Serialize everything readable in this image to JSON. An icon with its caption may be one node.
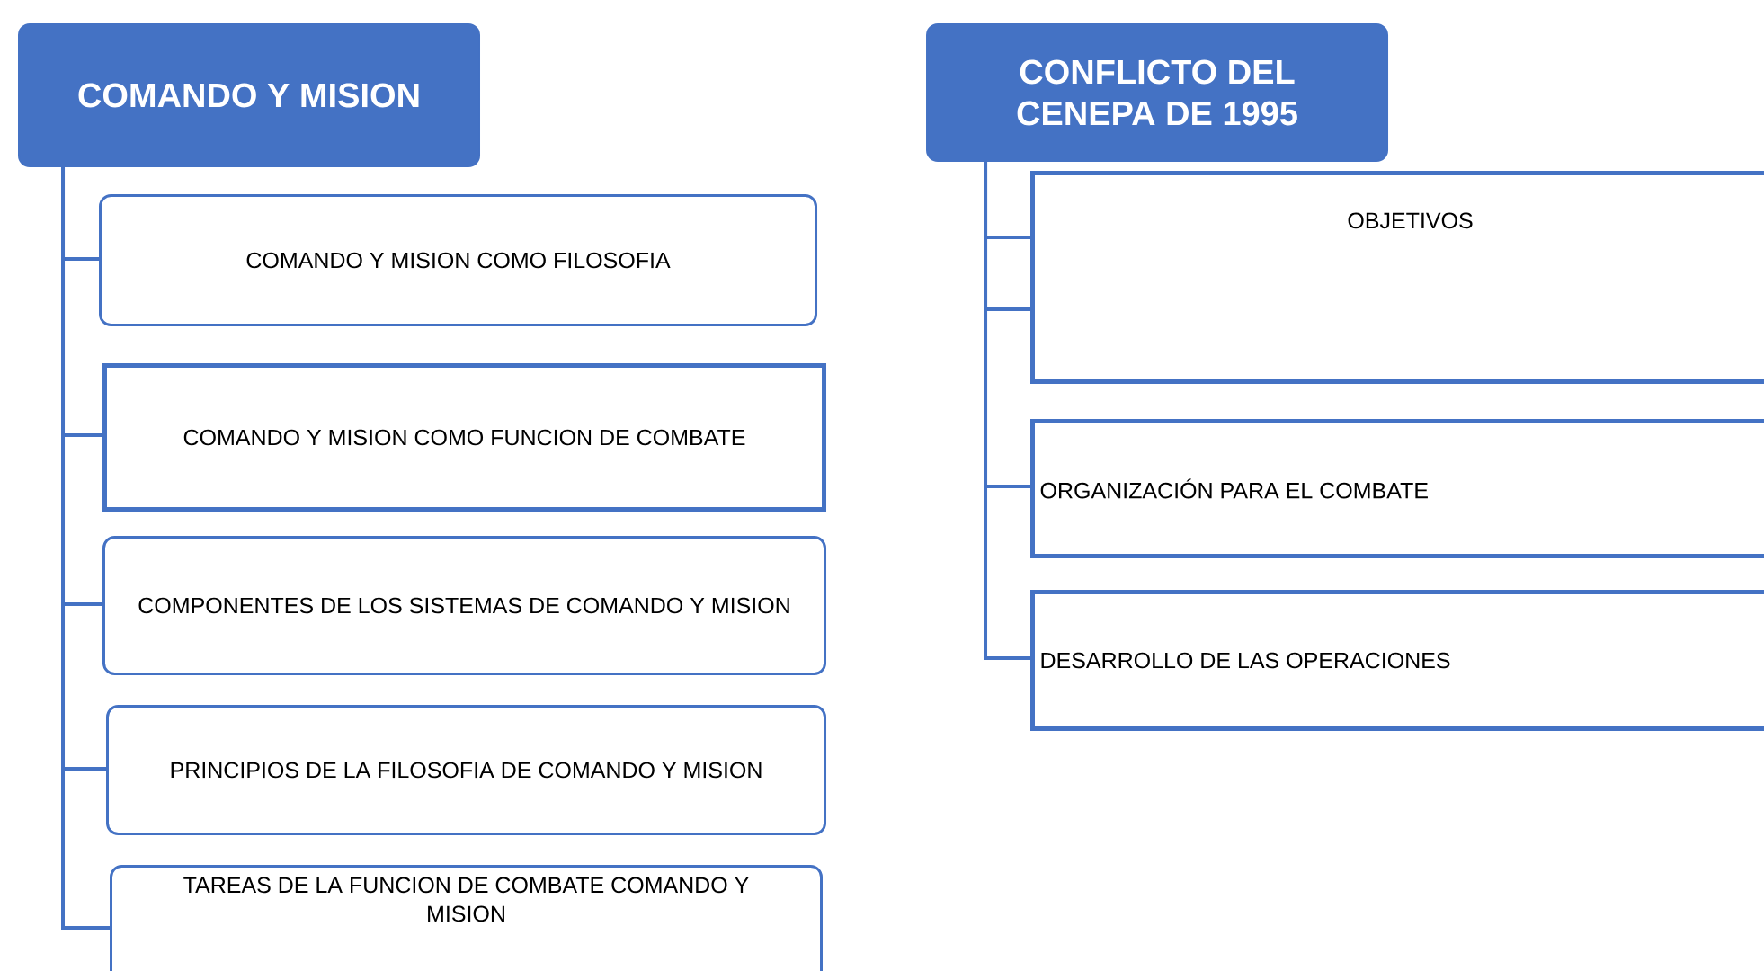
{
  "diagram": {
    "nodes": [
      {
        "text": [
          "COMANDO Y MISION"
        ]
      },
      {
        "text": [
          "COMANDO Y MISION COMO FILOSOFIA"
        ]
      },
      {
        "text": [
          "COMANDO Y MISION COMO FUNCION DE COMBATE"
        ]
      },
      {
        "text": [
          "COMPONENTES DE LOS SISTEMAS DE COMANDO Y MISION"
        ]
      },
      {
        "text": [
          "PRINCIPIOS DE LA FILOSOFIA DE COMANDO Y MISION"
        ]
      },
      {
        "text": [
          "TAREAS DE LA FUNCION DE COMBATE COMANDO Y MISION"
        ]
      },
      {
        "text": [
          "CONFLICTO DEL CENEPA DE 1995"
        ]
      },
      {
        "text": [
          "OBJETIVOS"
        ]
      },
      {
        "text": [
          "ORGANIZACIÓN PARA EL COMBATE"
        ]
      },
      {
        "text": [
          "DESARROLLO DE LAS OPERACIONES"
        ]
      }
    ],
    "edges": [
      {
        "from": 0,
        "to": 1,
        "arrow": "none"
      },
      {
        "from": 0,
        "to": 2,
        "arrow": "none"
      },
      {
        "from": 0,
        "to": 3,
        "arrow": "none"
      },
      {
        "from": 0,
        "to": 4,
        "arrow": "none"
      },
      {
        "from": 0,
        "to": 5,
        "arrow": "none"
      },
      {
        "from": 6,
        "to": 7,
        "arrow": "none"
      },
      {
        "from": 6,
        "to": 7,
        "arrow": "none"
      },
      {
        "from": 6,
        "to": 8,
        "arrow": "none"
      },
      {
        "from": 6,
        "to": 9,
        "arrow": "none"
      }
    ]
  }
}
